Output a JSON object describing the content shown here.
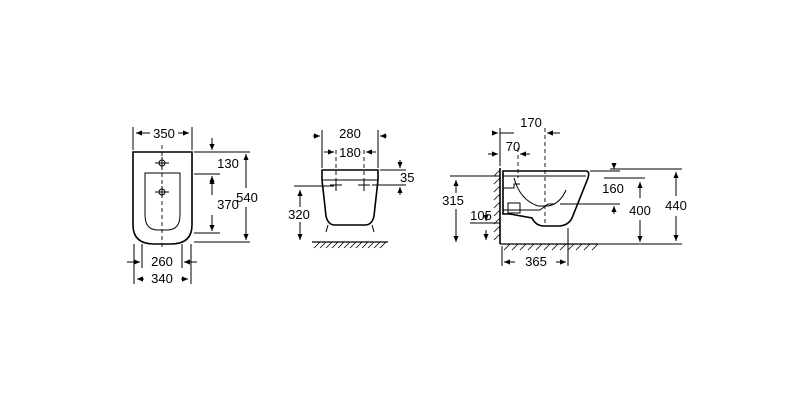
{
  "front_view": {
    "width_top": "350",
    "top_offset": "130",
    "inner_height": "370",
    "total_height": "540",
    "base_inner_width": "260",
    "base_outer_width": "340"
  },
  "back_view": {
    "total_width": "280",
    "fixing_spacing": "180",
    "fixing_height": "35",
    "height": "320"
  },
  "side_view": {
    "depth_to_axis": "170",
    "wall_to_fixing": "70",
    "fixing_below_top": "160",
    "supply_height": "315",
    "waste_height": "105",
    "outlet_height": "400",
    "top_height": "440",
    "projection": "365"
  }
}
